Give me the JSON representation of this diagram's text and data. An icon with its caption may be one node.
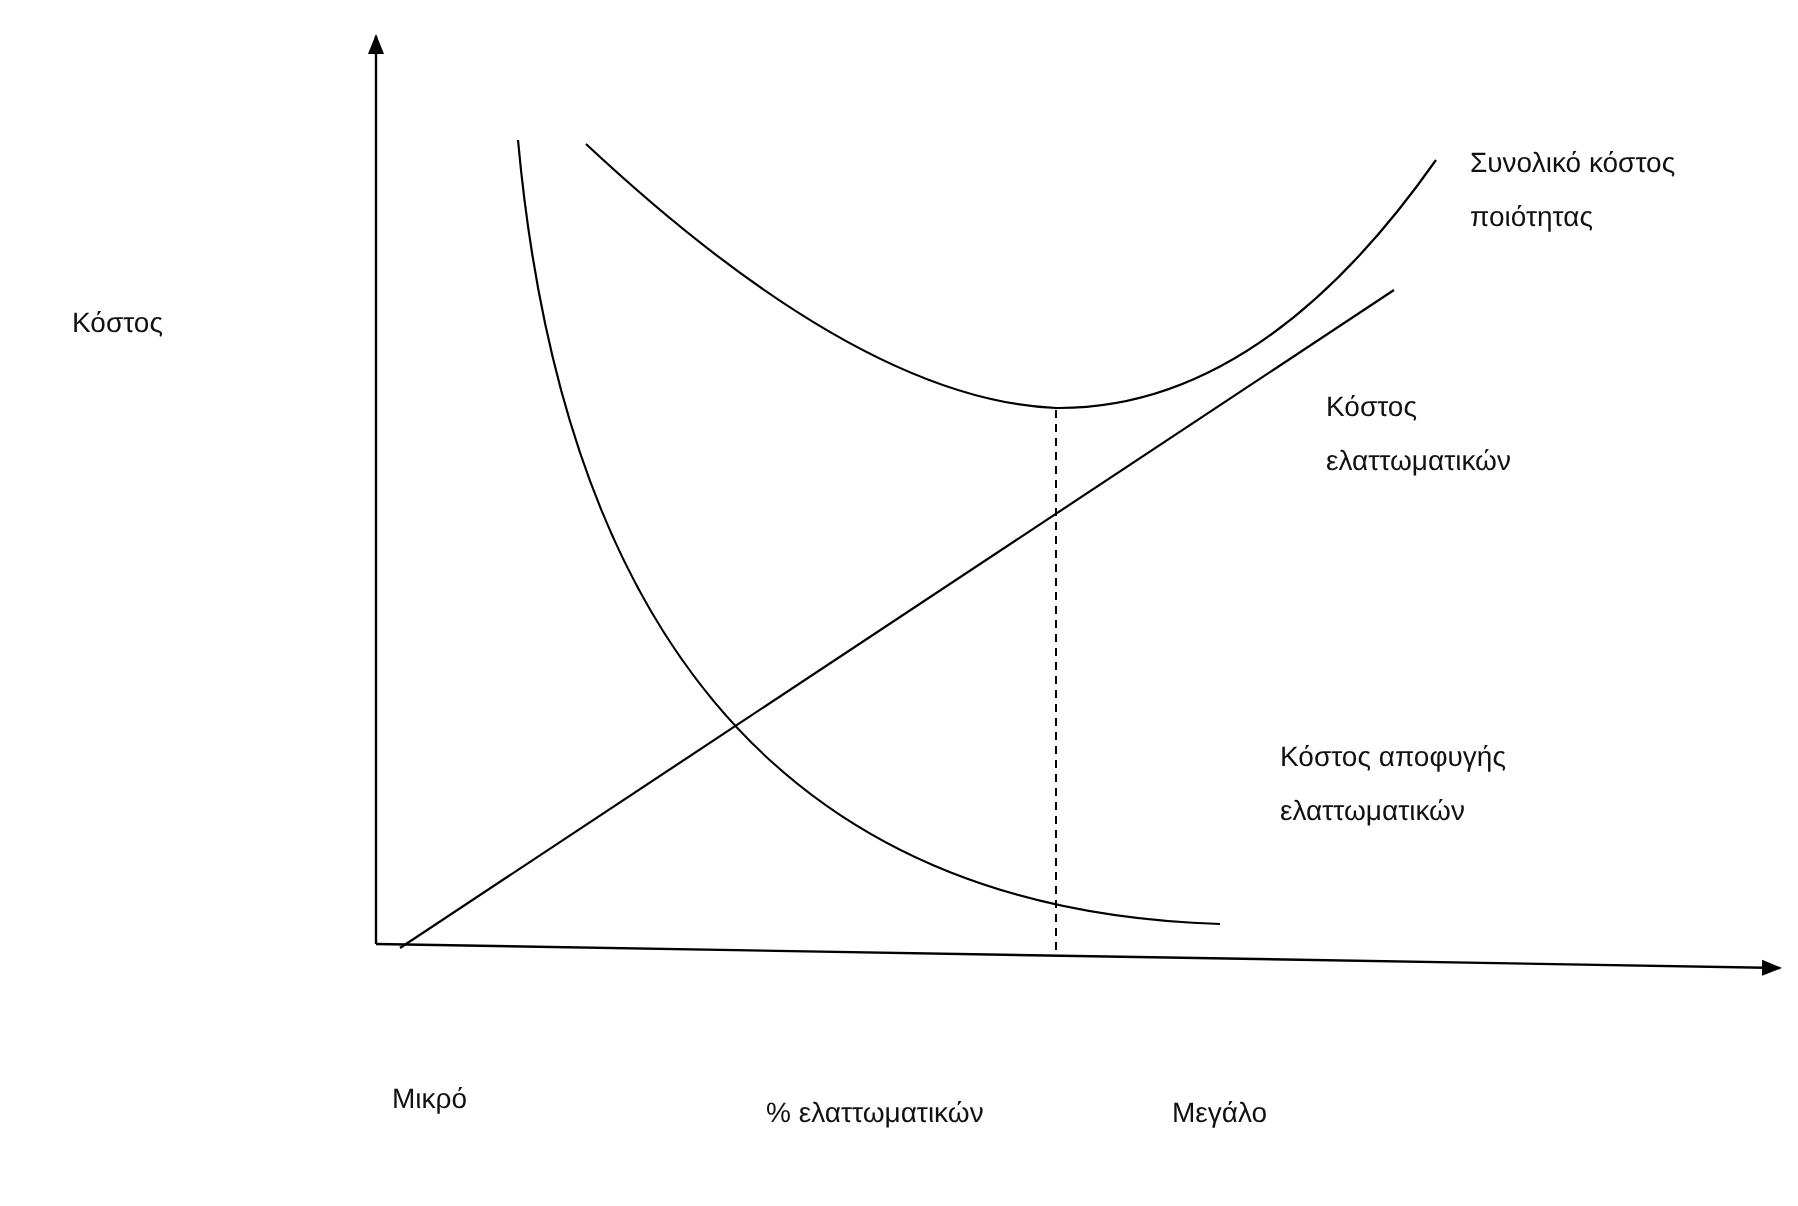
{
  "diagram": {
    "labels": [
      "Κόστος",
      "Συνολικό κόστος ποιότητας",
      "Κόστος ελαττωματικών",
      "Κόστος αποφυγής ελαττωματικών",
      "Μικρό",
      "% ελαττωματικών",
      "Μεγάλο"
    ]
  }
}
